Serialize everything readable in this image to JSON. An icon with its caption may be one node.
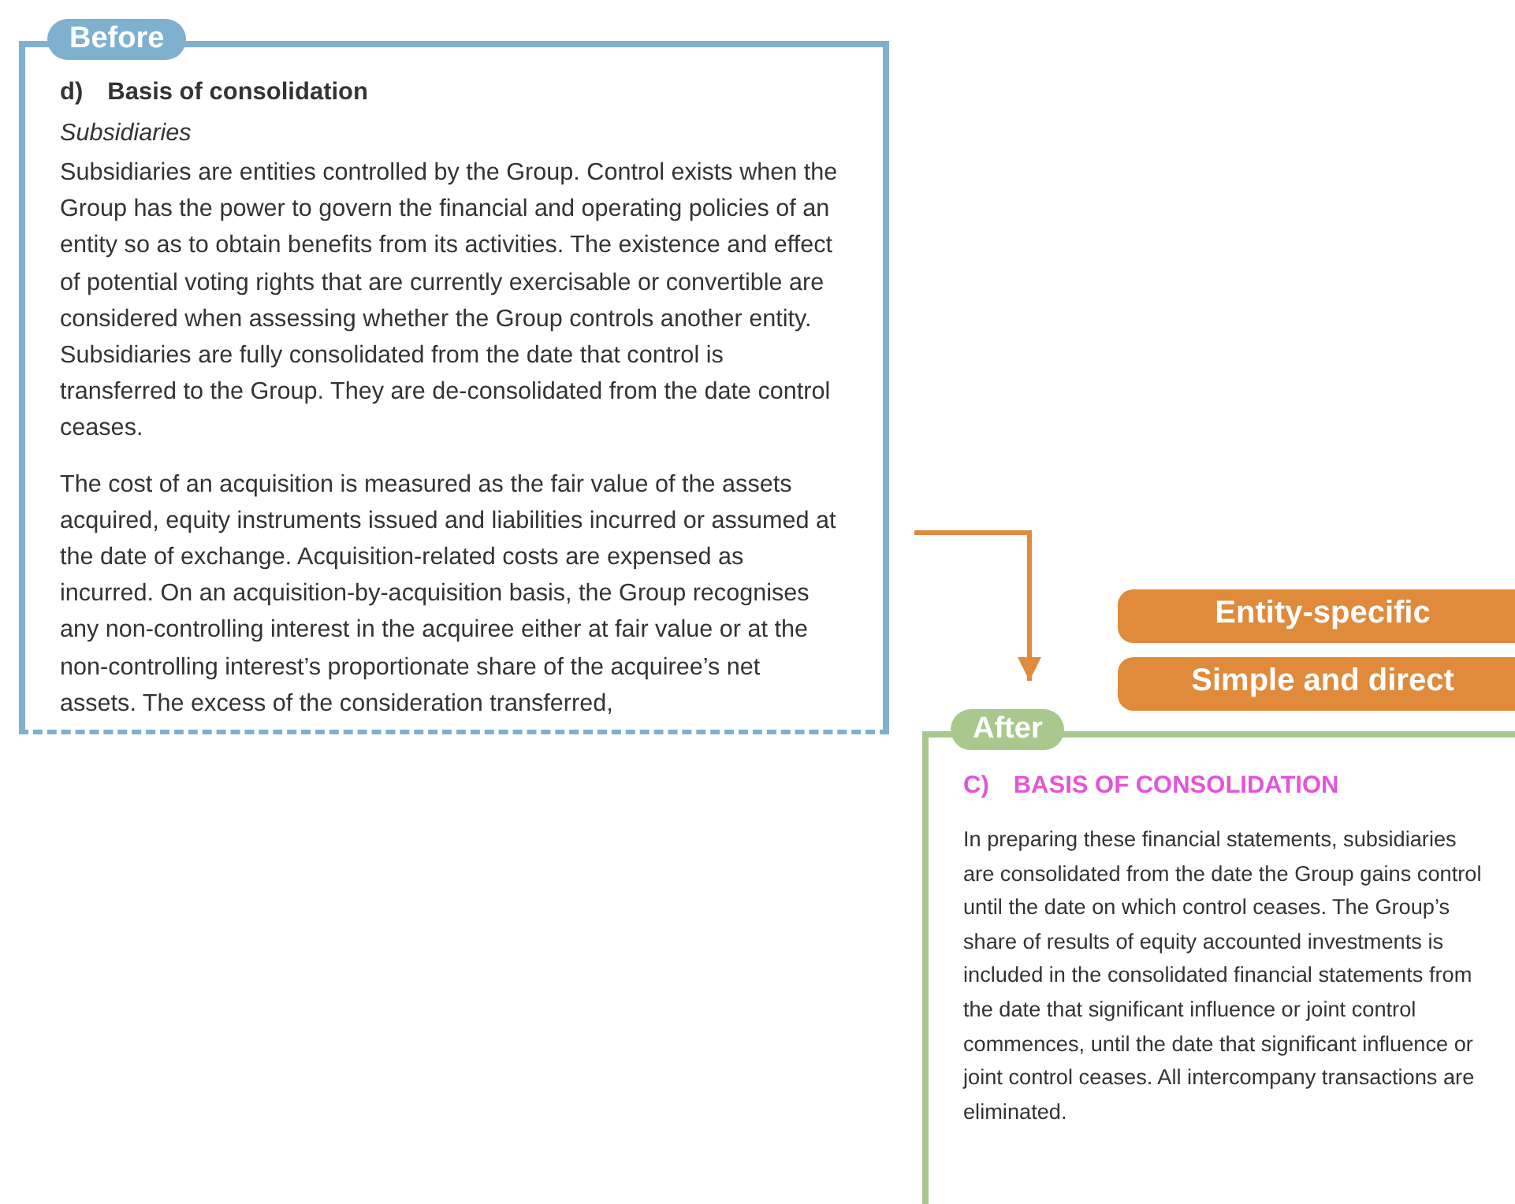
{
  "diagram": {
    "nodes": [
      {
        "text": [
          "Before",
          "d) Basis of consolidation",
          "Subsidiaries",
          "Subsidiaries are entities controlled by the Group. Control exists when the Group has the power to govern the financial and operating policies of an entity so as to obtain benefits from its activities. The existence and effect of potential voting rights that are currently exercisable or convertible are considered when assessing whether the Group controls another entity. Subsidiaries are fully consolidated from the date that control is transferred to the Group. They are de-consolidated from the date control ceases.",
          "The cost of an acquisition is measured as the fair value of the assets acquired, equity instruments issued and liabilities incurred or assumed at the date of exchange. Acquisition-related costs are expensed as incurred. On an acquisition-by-acquisition basis, the Group recognises any non-controlling interest in the acquiree either at fair value or at the non-controlling interest’s proportionate share of the acquiree’s net assets. The excess of the consideration transferred,"
        ]
      },
      {
        "text": [
          "After",
          "C) BASIS OF CONSOLIDATION",
          "In preparing these financial statements, subsidiaries are consolidated from the date the Group gains control until the date on which control ceases. The Group’s share of results of equity accounted investments is included in the consolidated financial statements from the date that significant influence or joint control commences, until the date that significant influence or joint control ceases. All intercompany transactions are eliminated."
        ]
      },
      {
        "text": [
          "Entity-specific"
        ]
      },
      {
        "text": [
          "Simple and direct"
        ]
      }
    ],
    "edges": [
      {
        "from": 0,
        "to": 1,
        "arrow": "to",
        "color": "#e08a3c"
      }
    ]
  }
}
